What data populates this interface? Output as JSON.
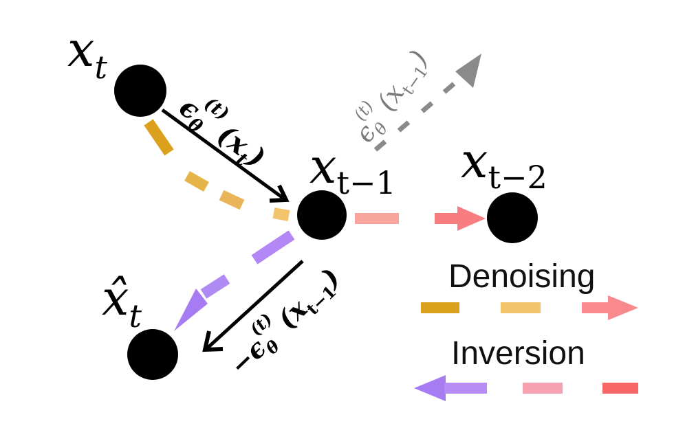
{
  "nodes": {
    "xt": {
      "base": "x",
      "sub": "t"
    },
    "xt1": {
      "base": "x",
      "sub": "t−1"
    },
    "xt2": {
      "base": "x",
      "sub": "t−2"
    },
    "xhat": {
      "base": "x̂",
      "sub": "t"
    }
  },
  "arrows": {
    "eps_xt": {
      "eps": "ϵ",
      "eps_sub": "θ",
      "eps_sup": "(t)",
      "arg": "(x",
      "arg_sub": "t",
      "close": ")"
    },
    "eps_xt1_gray": {
      "eps": "ϵ",
      "eps_sub": "θ",
      "eps_sup": "(t)",
      "arg": "(x",
      "arg_sub": "t−1",
      "close": ")"
    },
    "neg_eps_xt1": {
      "eps": "−ϵ",
      "eps_sub": "θ",
      "eps_sup": "(t)",
      "arg": "(x",
      "arg_sub": "t−1",
      "close": ")"
    }
  },
  "legend": {
    "denoising": "Denoising",
    "inversion": "Inversion"
  },
  "colors": {
    "node": "#000000",
    "denoise_start": "#dba11c",
    "denoise_mid": "#f2c46b",
    "denoise_end": "#f9898c",
    "invert_start": "#f77676",
    "invert_mid": "#f7a0b0",
    "invert_end": "#a77cf2",
    "gray_arrow": "#8a8a8a"
  }
}
